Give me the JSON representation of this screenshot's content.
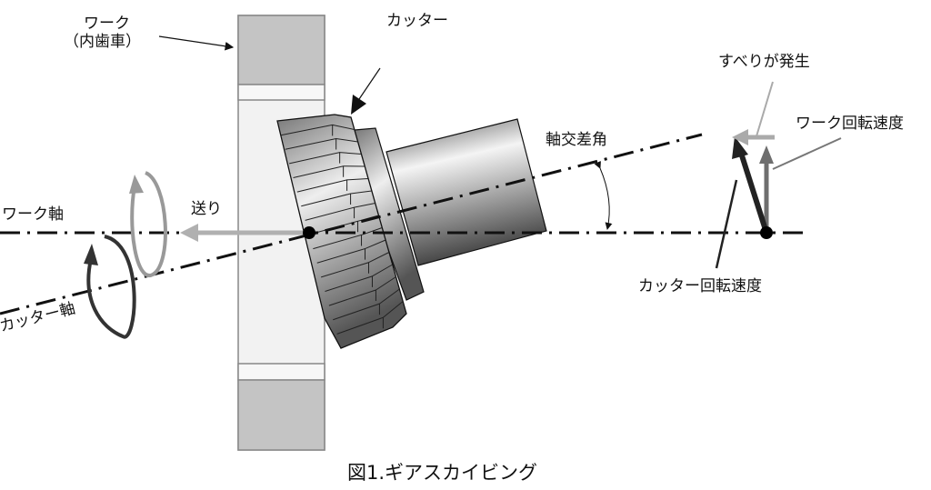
{
  "labels": {
    "work": "ワーク",
    "work_sub": "（内歯車）",
    "cutter": "カッター",
    "axis_cross_angle": "軸交差角",
    "slip": "すべりが発生",
    "work_speed": "ワーク回転速度",
    "cutter_speed": "カッター回転速度",
    "work_axis": "ワーク軸",
    "cutter_axis": "カッター軸",
    "feed": "送り"
  },
  "caption": "図1.ギアスカイビング",
  "colors": {
    "work_dark": "#c4c4c4",
    "work_light": "#f2f2f2",
    "feed_arrow": "#b0b0b0",
    "work_speed_arrow": "#6e6e6e",
    "cutter_speed_arrow": "#222222",
    "slip_arrow": "#aaaaaa"
  }
}
